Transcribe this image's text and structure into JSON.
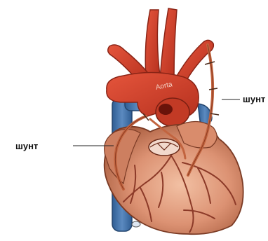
{
  "diagram": {
    "aorta_label": "Aorta",
    "shunt_label_left": "шунт",
    "shunt_label_right": "шунт"
  },
  "colors": {
    "artery": "#d9402b",
    "artery_dark": "#a52a1a",
    "vein": "#3f6fa6",
    "vein_dark": "#2b4f7a",
    "myocardium": "#d88a6a",
    "myocardium_light": "#f0b79a",
    "myocardium_dark": "#a85a3e",
    "vessel_line": "#8c3a28",
    "graft": "#c2643f"
  }
}
